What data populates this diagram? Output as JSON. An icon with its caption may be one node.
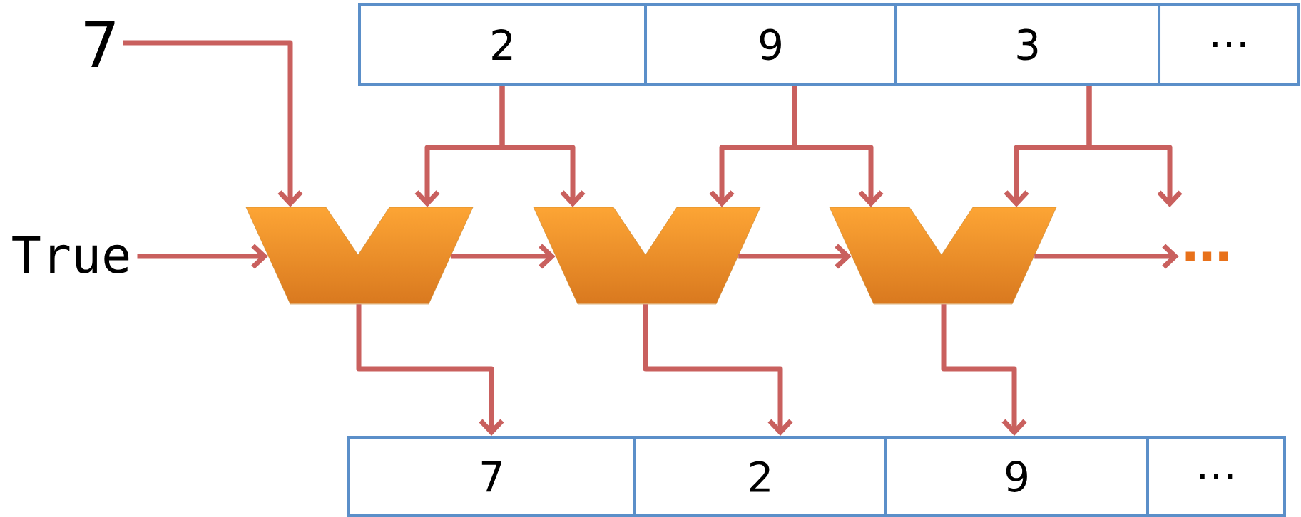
{
  "diagram": {
    "nodes": [
      {
        "text": [
          "7"
        ]
      },
      {
        "text": [
          "True"
        ]
      },
      {
        "text": [
          "2"
        ]
      },
      {
        "text": [
          "9"
        ]
      },
      {
        "text": [
          "3"
        ]
      },
      {
        "text": [
          "…"
        ]
      },
      {
        "text": [],
        "shape": "trapezoid"
      },
      {
        "text": [],
        "shape": "trapezoid"
      },
      {
        "text": [],
        "shape": "trapezoid"
      },
      {
        "text": [
          "…"
        ]
      },
      {
        "text": [
          "7"
        ]
      },
      {
        "text": [
          "2"
        ]
      },
      {
        "text": [
          "9"
        ]
      },
      {
        "text": [
          "…"
        ]
      }
    ],
    "edges": [
      {
        "from": 0,
        "to": 6,
        "arrow": "to"
      },
      {
        "from": 2,
        "to": 6,
        "arrow": "to"
      },
      {
        "from": 2,
        "to": 7,
        "arrow": "to"
      },
      {
        "from": 3,
        "to": 7,
        "arrow": "to"
      },
      {
        "from": 3,
        "to": 8,
        "arrow": "to"
      },
      {
        "from": 4,
        "to": 8,
        "arrow": "to"
      },
      {
        "from": 4,
        "to": null,
        "arrow": "to"
      },
      {
        "from": 1,
        "to": 6,
        "arrow": "to"
      },
      {
        "from": 6,
        "to": 7,
        "arrow": "to"
      },
      {
        "from": 7,
        "to": 8,
        "arrow": "to"
      },
      {
        "from": 8,
        "to": 9,
        "arrow": "to"
      },
      {
        "from": 6,
        "to": 10,
        "arrow": "to"
      },
      {
        "from": 7,
        "to": 11,
        "arrow": "to"
      },
      {
        "from": 8,
        "to": 12,
        "arrow": "to"
      }
    ]
  }
}
